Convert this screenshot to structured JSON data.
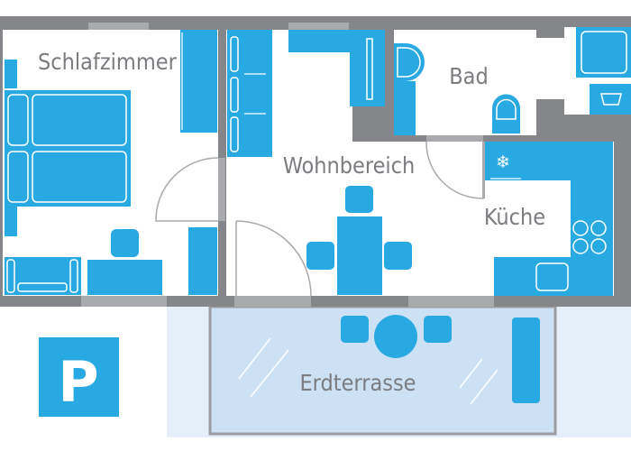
{
  "rooms": {
    "bedroom": "Schlafzimmer",
    "living": "Wohnbereich",
    "bath": "Bad",
    "kitchen": "Küche",
    "terrace": "Erdterrasse"
  },
  "parking_sign": "P",
  "colors": {
    "furniture": "#29a9e1",
    "wall": "#858689",
    "terrace": "#cde1f4",
    "terrace_outer": "#e4eff9"
  }
}
